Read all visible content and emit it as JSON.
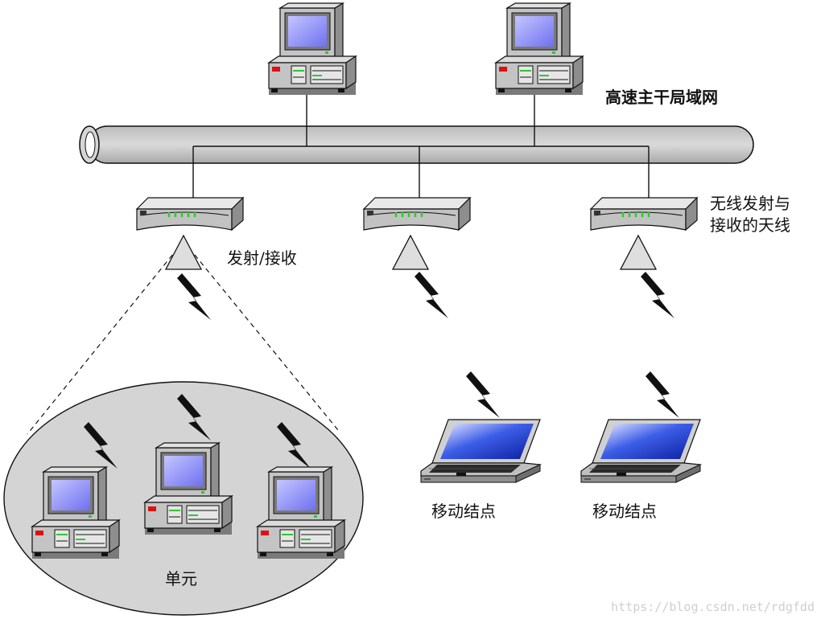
{
  "labels": {
    "backbone": "高速主干局域网",
    "antenna_line1": "无线发射与",
    "antenna_line2": "接收的天线",
    "transmit_receive": "发射/接收",
    "cell": "单元",
    "mobile_node_1": "移动结点",
    "mobile_node_2": "移动结点",
    "watermark": "https://blog.csdn.net/rdgfdd"
  },
  "colors": {
    "screen": "#7f80ff",
    "pc_case": "#c0c0c0",
    "cable": "#c8c8c8",
    "cell_fill": "#d4d4d4",
    "led_green": "#2ec82e",
    "led_red": "#e01010"
  },
  "icons": {
    "server": "desktop-computer-icon",
    "access_point": "access-point-icon",
    "antenna": "antenna-triangle-icon",
    "signal": "lightning-signal-icon",
    "laptop": "laptop-icon"
  }
}
